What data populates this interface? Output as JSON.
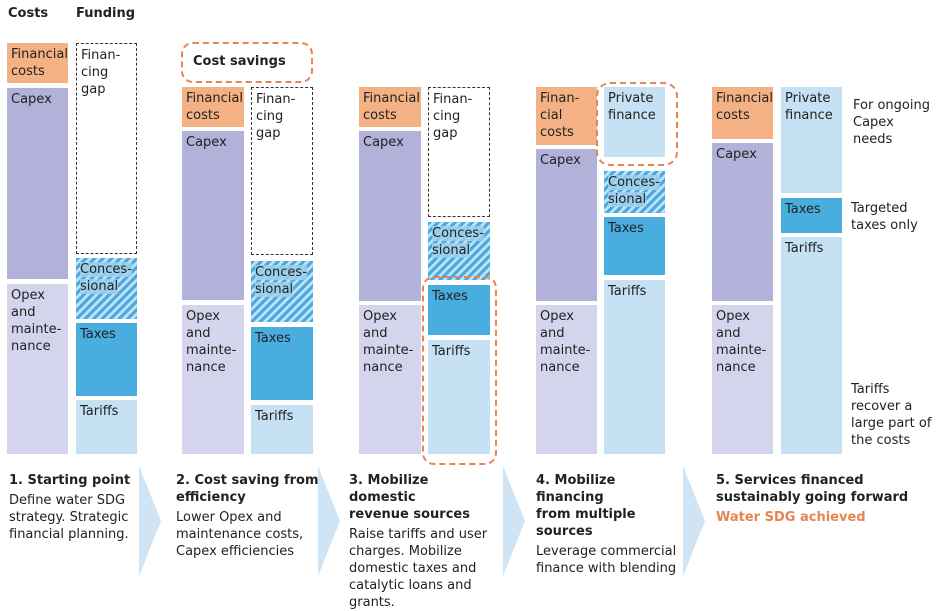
{
  "headers": {
    "costs": "Costs",
    "funding": "Funding"
  },
  "labels": {
    "financial_costs": "Financial\ncosts",
    "financial_costs_narrow": "Finan-\ncial\ncosts",
    "capex": "Capex",
    "opex": "Opex\nand\nmainte-\nnance",
    "financing_gap": "Finan-\ncing\ngap",
    "concessional": "Conces-\nsional",
    "taxes": "Taxes",
    "tariffs": "Tariffs",
    "private_finance": "Private\nfinance",
    "cost_savings": "Cost savings"
  },
  "notes": {
    "ongoing_capex": "For ongoing\nCapex\nneeds",
    "targeted_taxes": "Targeted\ntaxes only",
    "tariffs_recover": "Tariffs\nrecover a\nlarge part of\nthe costs"
  },
  "steps": [
    {
      "title": "1. Starting point",
      "desc": "Define water SDG\nstrategy. Strategic\nfinancial planning."
    },
    {
      "title": "2. Cost saving from\nefficiency",
      "desc": "Lower Opex and\nmaintenance costs,\nCapex efficiencies"
    },
    {
      "title": "3. Mobilize domestic\nrevenue sources",
      "desc": "Raise tariffs and user\ncharges. Mobilize\ndomestic taxes and\ncatalytic loans and\ngrants."
    },
    {
      "title": "4. Mobilize financing\nfrom multiple\nsources",
      "desc": "Leverage commercial\nfinance with blending"
    },
    {
      "title": "5. Services financed\nsustainably going forward",
      "desc": "",
      "highlight": "Water SDG achieved"
    }
  ],
  "colors": {
    "financial_costs": "#f4b183",
    "capex": "#b1b1d9",
    "opex": "#d4d4ec",
    "concessional": "#4aa9df",
    "taxes": "#4aaddf",
    "tariffs": "#c6e1f3",
    "highlight": "#e9834f",
    "arrow": "#cfe4f4"
  }
}
